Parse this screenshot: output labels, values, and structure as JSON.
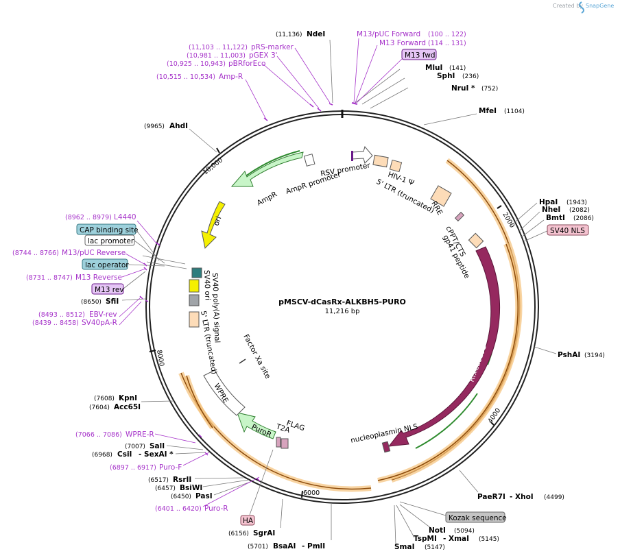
{
  "credit": {
    "prefix": "Created by",
    "brand": "SnapGene"
  },
  "title": "pMSCV-dCasRx-ALKBH5-PURO",
  "size": "11,216 bp",
  "ticks": [
    {
      "label": "2000",
      "bp": 2000
    },
    {
      "label": "4000",
      "bp": 4000
    },
    {
      "label": "6000",
      "bp": 6000
    },
    {
      "label": "8000",
      "bp": 8000
    },
    {
      "label": "10,000",
      "bp": 10000
    }
  ],
  "colors": {
    "primer": "#a531c9",
    "ampr": "#c8f5c8",
    "ori": "#f5f000",
    "cas13d": "#95295f",
    "ltr": "#fddcb8",
    "orf": "#f5c27a",
    "puror": "#c8f5c8",
    "kozak_box": "#c4c4c4",
    "lac_box": "#9ed1dc",
    "primer_box": "#e5c6f5",
    "nls_box": "#f4c3d0",
    "sv40ori": "#2e7d7d",
    "polyA": "#a0a4a8"
  },
  "enzymes": [
    {
      "name": "NdeI",
      "pos": "(11,136)"
    },
    {
      "name": "MluI",
      "pos": "(141)"
    },
    {
      "name": "SphI",
      "pos": "(236)"
    },
    {
      "name": "NruI *",
      "pos": "(752)"
    },
    {
      "name": "MfeI",
      "pos": "(1104)"
    },
    {
      "name": "HpaI",
      "pos": "(1943)"
    },
    {
      "name": "NheI",
      "pos": "(2082)"
    },
    {
      "name": "BmtI",
      "pos": "(2086)"
    },
    {
      "name": "PshAI",
      "pos": "(3194)"
    },
    {
      "name": "PaeR7I",
      "sep": "- XhoI",
      "pos": "(4499)"
    },
    {
      "name": "NotI",
      "pos": "(5094)"
    },
    {
      "name": "TspMI",
      "sep": "- XmaI",
      "pos": "(5145)"
    },
    {
      "name": "SmaI",
      "pos": "(5147)"
    },
    {
      "name": "BsaAI",
      "sep": "- PmlI",
      "pos": "(5701)"
    },
    {
      "name": "SgrAI",
      "pos": "(6156)"
    },
    {
      "name": "PasI",
      "pos": "(6450)"
    },
    {
      "name": "BsiWI",
      "pos": "(6457)"
    },
    {
      "name": "RsrII",
      "pos": "(6517)"
    },
    {
      "name": "CsiI",
      "sep": "- SexAI *",
      "pos": "(6968)"
    },
    {
      "name": "SalI",
      "pos": "(7007)"
    },
    {
      "name": "Acc65I",
      "pos": "(7604)"
    },
    {
      "name": "KpnI",
      "pos": "(7608)"
    },
    {
      "name": "SfiI",
      "pos": "(8650)"
    },
    {
      "name": "AhdI",
      "pos": "(9965)"
    }
  ],
  "primers": [
    {
      "name": "M13/pUC Forward",
      "range": "(100 .. 122)"
    },
    {
      "name": "M13 Forward",
      "range": "(114 .. 131)"
    },
    {
      "name": "pRS-marker",
      "range": "(11,103 .. 11,122)"
    },
    {
      "name": "pGEX 3'",
      "range": "(10,981 .. 11,003)"
    },
    {
      "name": "pBRforEco",
      "range": "(10,925 .. 10,943)"
    },
    {
      "name": "Amp-R",
      "range": "(10,515 .. 10,534)"
    },
    {
      "name": "L4440",
      "range": "(8962 .. 8979)"
    },
    {
      "name": "M13/pUC Reverse",
      "range": "(8744 .. 8766)"
    },
    {
      "name": "M13 Reverse",
      "range": "(8731 .. 8747)"
    },
    {
      "name": "EBV-rev",
      "range": "(8493 .. 8512)"
    },
    {
      "name": "SV40pA-R",
      "range": "(8439 .. 8458)"
    },
    {
      "name": "WPRE-R",
      "range": "(7066 .. 7086)"
    },
    {
      "name": "Puro-F",
      "range": "(6897 .. 6917)"
    },
    {
      "name": "Puro-R",
      "range": "(6401 .. 6420)"
    }
  ],
  "boxes": {
    "m13_fwd": "M13 fwd",
    "sv40_nls": "SV40 NLS",
    "cap_binding": "CAP binding site",
    "lac_promoter": "lac promoter",
    "lac_operator": "lac operator",
    "m13_rev": "M13 rev",
    "kozak": "Kozak sequence",
    "ha": "HA"
  },
  "features": {
    "rsv_promoter": "RSV promoter",
    "hiv_psi": "HIV-1 Ψ",
    "ltr5_top": "5' LTR (truncated)",
    "rre": "RRE",
    "cppt": "cPPT/CTS",
    "gp41": "gp41 peptide",
    "rxcas13d": "RfxCas13d",
    "nucleoplasmin": "nucleoplasmin NLS",
    "flag": "FLAG",
    "t2a": "T2A",
    "puror": "PuroR",
    "wpre": "WPRE",
    "factor_xa": "Factor Xa site",
    "ltr5_inner": "5' LTR (truncated)",
    "sv40_polyA": "SV40 poly(A) signal",
    "sv40_ori": "SV40 ori",
    "ori": "ori",
    "ampr": "AmpR",
    "ampr_promoter": "AmpR promoter"
  }
}
